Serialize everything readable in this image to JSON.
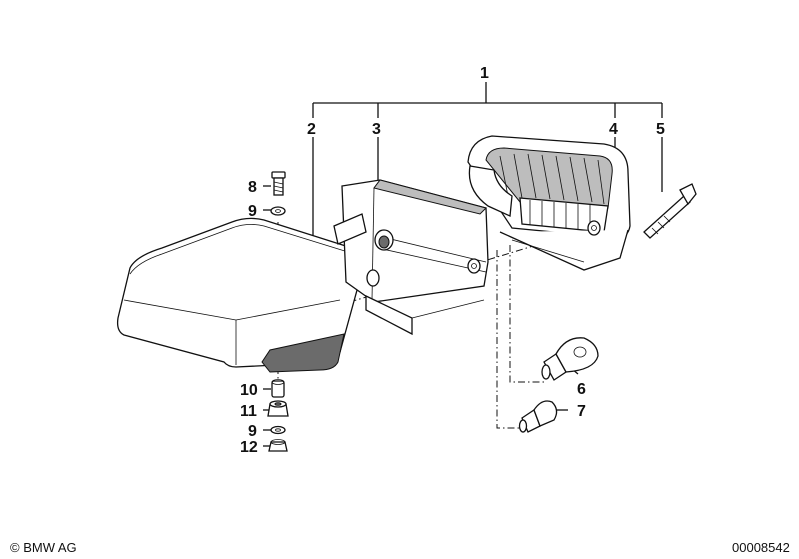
{
  "callouts": {
    "c1": "1",
    "c2": "2",
    "c3": "3",
    "c4": "4",
    "c5": "5",
    "c6": "6",
    "c7": "7",
    "c8": "8",
    "c9a": "9",
    "c9b": "9",
    "c10": "10",
    "c11": "11",
    "c12": "12"
  },
  "footer": {
    "copyright": "© BMW AG",
    "diagram_number": "00008542"
  }
}
